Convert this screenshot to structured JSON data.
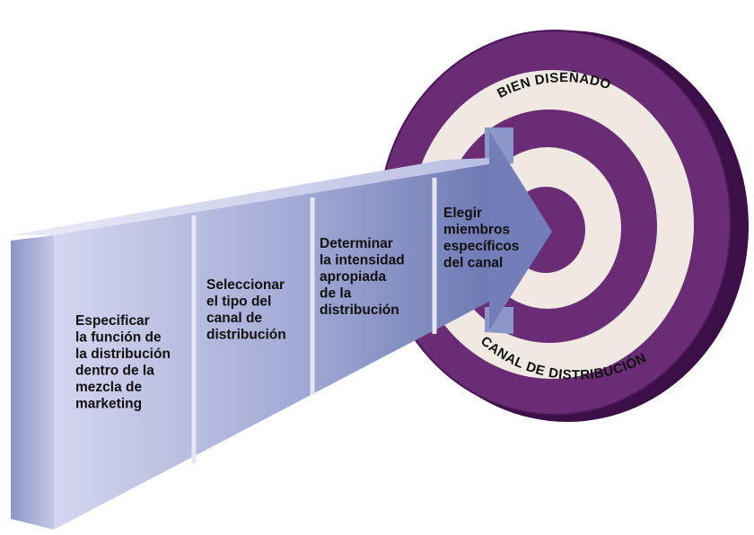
{
  "target": {
    "top_label": "BIEN DISEÑADO",
    "bottom_label": "CANAL DE DISTRIBUCIÓN",
    "colors": {
      "ring_dark": "#6a2d75",
      "ring_light": "#f0e9e2",
      "ring_edge": "#4a1656"
    }
  },
  "arrow": {
    "colors": {
      "body_light": "#c9cde9",
      "body_dark": "#7c86bd",
      "front_face": "#a9b0d9",
      "divider": "#e4e6f4"
    }
  },
  "steps": [
    {
      "lines": [
        "Especificar",
        "la función de",
        "la distribución",
        "dentro de la",
        "mezcla de",
        "marketing"
      ]
    },
    {
      "lines": [
        "Seleccionar",
        "el tipo del",
        "canal de",
        "distribución"
      ]
    },
    {
      "lines": [
        "Determinar",
        "la intensidad",
        "apropiada",
        "de la",
        "distribución"
      ]
    },
    {
      "lines": [
        "Elegir",
        "miembros",
        "específicos",
        "del canal"
      ]
    }
  ]
}
